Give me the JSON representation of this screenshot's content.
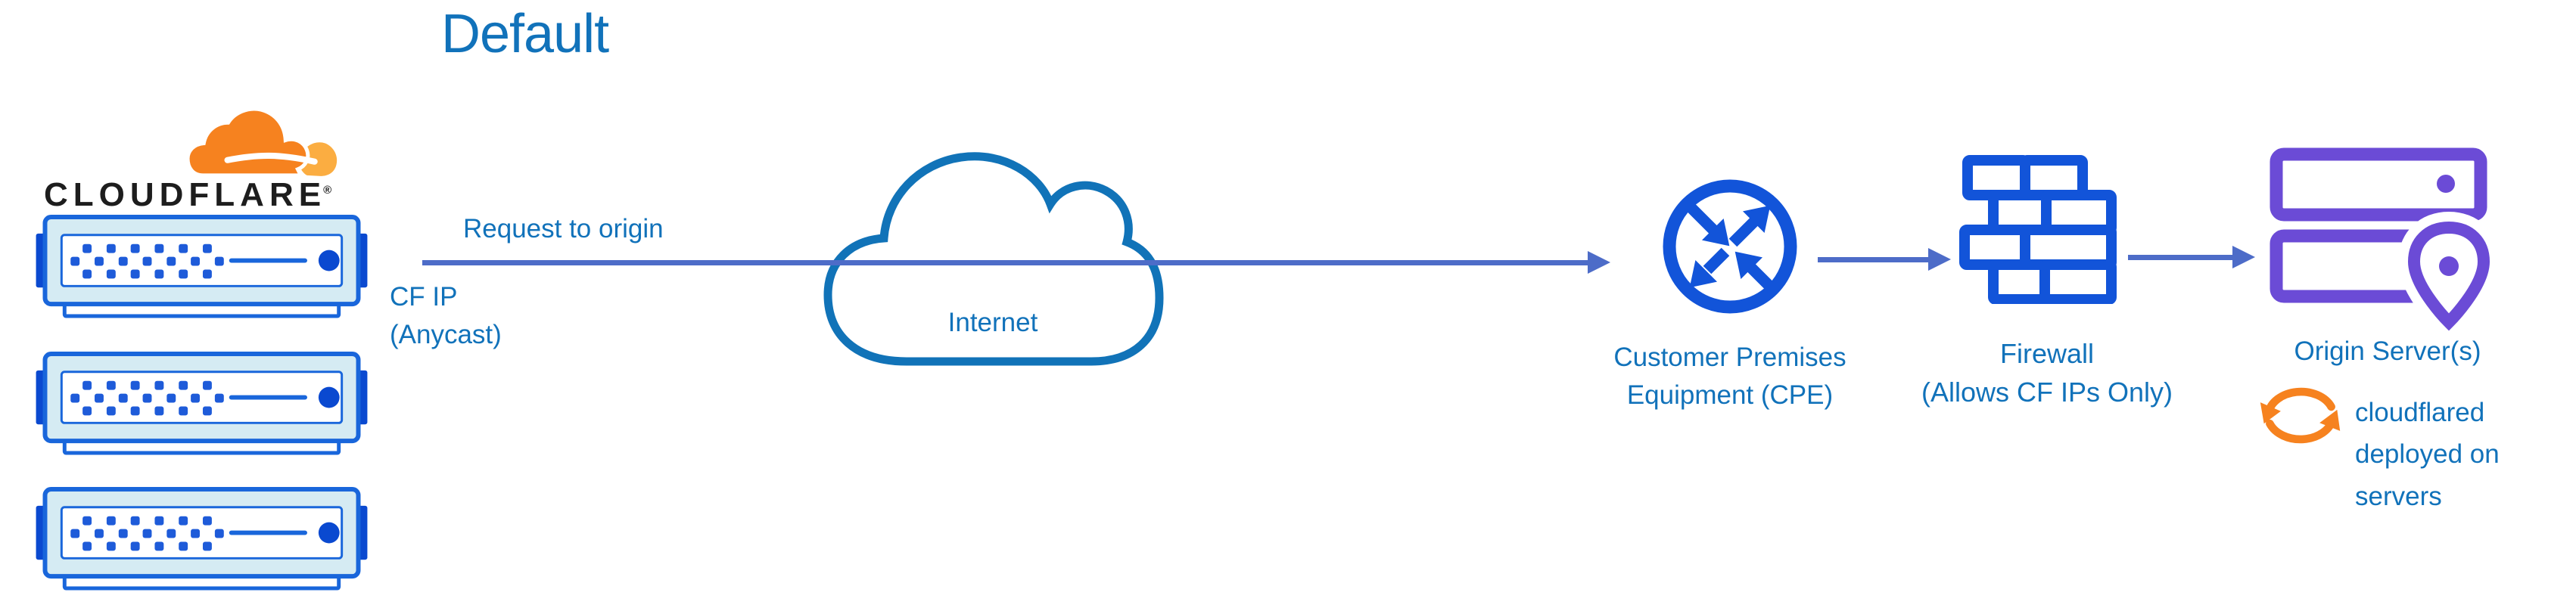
{
  "title": "Default",
  "brand": {
    "wordmark": "CLOUDFLARE",
    "registered": "®"
  },
  "flow": {
    "request_label": "Request to origin",
    "cf_ip_line1": "CF IP",
    "cf_ip_line2": "(Anycast)"
  },
  "internet": {
    "label": "Internet"
  },
  "cpe": {
    "label_line1": "Customer Premises",
    "label_line2": "Equipment (CPE)"
  },
  "firewall": {
    "label_line1": "Firewall",
    "label_line2": "(Allows CF IPs Only)"
  },
  "origin": {
    "label": "Origin Server(s)",
    "note": "cloudflared deployed on servers"
  },
  "icons": {
    "cloudflare_logo": "cloudflare-cloud-logo",
    "edge_server": "edge-server-rack",
    "internet_cloud": "internet-cloud-outline",
    "cpe": "router-circle-arrows",
    "firewall": "brick-wall",
    "origin_server": "server-stack-with-location-pin",
    "cloudflared": "sync-refresh-arrows"
  },
  "colors": {
    "text_blue": "#1172BA",
    "arrow_blue": "#4D6CC8",
    "icon_blue": "#1254D9",
    "server_border": "#1966DB",
    "server_tab": "#0A49D0",
    "server_dot": "#1E5BD9",
    "server_fill": "#D5EBF3",
    "cloud_stroke": "#1173B8",
    "purple": "#6B4BD6",
    "orange": "#F6821F",
    "orange_light": "#FBAD41",
    "wordmark_dark": "#1D1D1D"
  }
}
